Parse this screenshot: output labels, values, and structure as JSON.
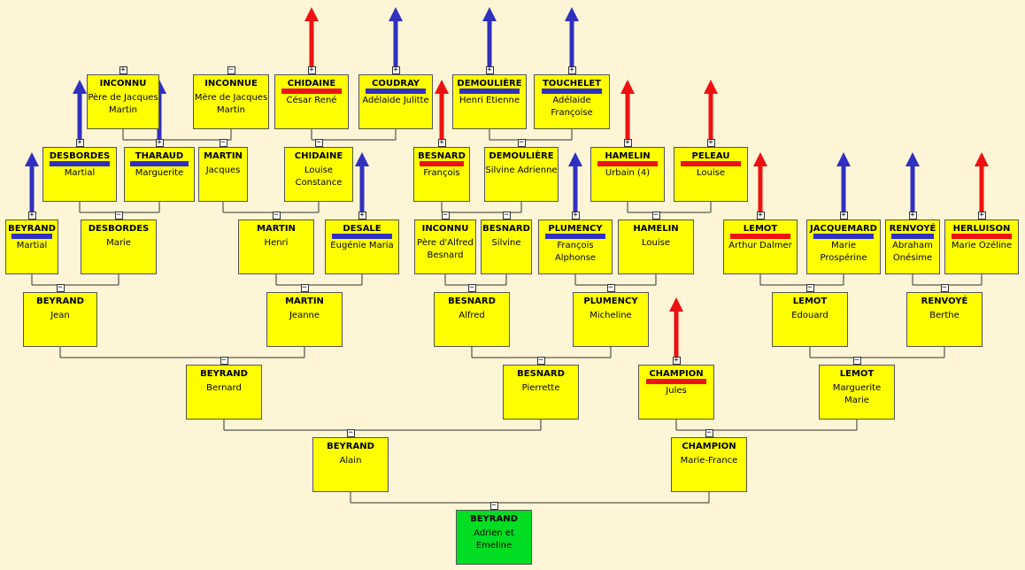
{
  "colors": {
    "male": "#3030c0",
    "female": "#ee1111",
    "box": "#ffff00",
    "root": "#00dd22",
    "line": "#333333"
  },
  "persons": [
    {
      "id": "inconnu_p",
      "surname": "INCONNU",
      "given": "Père de Jacques Martin",
      "toggle": "+"
    },
    {
      "id": "inconnu_m",
      "surname": "INCONNUE",
      "given": "Mère de Jacques Martin",
      "toggle": "-"
    },
    {
      "id": "chidaine_c",
      "surname": "CHIDAINE",
      "given": "César René",
      "sex": "female",
      "toggle": "+"
    },
    {
      "id": "coudray",
      "surname": "COUDRAY",
      "given": "Adélaide Julitte",
      "sex": "male",
      "toggle": "+"
    },
    {
      "id": "demouliere_h",
      "surname": "DEMOULIÈRE",
      "given": "Henri Etienne",
      "sex": "male",
      "toggle": "+"
    },
    {
      "id": "touchelet",
      "surname": "TOUCHELET",
      "given": "Adélaide Françoise",
      "sex": "male",
      "toggle": "+"
    },
    {
      "id": "desbordes_m",
      "surname": "DESBORDES",
      "given": "Martial",
      "sex": "male",
      "toggle": "+"
    },
    {
      "id": "tharaud",
      "surname": "THARAUD",
      "given": "Marguerite",
      "sex": "male",
      "toggle": "+"
    },
    {
      "id": "martin_j",
      "surname": "MARTIN",
      "given": "Jacques",
      "toggle": "-"
    },
    {
      "id": "chidaine_l",
      "surname": "CHIDAINE",
      "given": "Louise Constance",
      "toggle": "-"
    },
    {
      "id": "besnard_f",
      "surname": "BESNARD",
      "given": "François",
      "sex": "female",
      "toggle": "+"
    },
    {
      "id": "demouliere_s",
      "surname": "DEMOULIÈRE",
      "given": "Silvine Adrienne",
      "toggle": "-"
    },
    {
      "id": "hamelin_u",
      "surname": "HAMELIN",
      "given": "Urbain (4)",
      "sex": "female",
      "toggle": "+"
    },
    {
      "id": "peleau",
      "surname": "PELEAU",
      "given": "Louise",
      "sex": "female",
      "toggle": "+"
    },
    {
      "id": "beyrand_m",
      "surname": "BEYRAND",
      "given": "Martial",
      "sex": "male",
      "toggle": "+"
    },
    {
      "id": "desbordes_ma",
      "surname": "DESBORDES",
      "given": "Marie",
      "toggle": "-"
    },
    {
      "id": "martin_h",
      "surname": "MARTIN",
      "given": "Henri",
      "toggle": "-"
    },
    {
      "id": "desale",
      "surname": "DESALE",
      "given": "Eugénie Maria",
      "sex": "male",
      "toggle": "+"
    },
    {
      "id": "inconnu_a",
      "surname": "INCONNU",
      "given": "Père d'Alfred Besnard",
      "toggle": "-"
    },
    {
      "id": "besnard_s",
      "surname": "BESNARD",
      "given": "Silvine",
      "toggle": "-"
    },
    {
      "id": "plumency_f",
      "surname": "PLUMENCY",
      "given": "François Alphonse",
      "sex": "male",
      "toggle": "+"
    },
    {
      "id": "hamelin_l",
      "surname": "HAMELIN",
      "given": "Louise",
      "toggle": "-"
    },
    {
      "id": "lemot_a",
      "surname": "LEMOT",
      "given": "Arthur Dalmer",
      "sex": "female",
      "toggle": "+"
    },
    {
      "id": "jacquemard",
      "surname": "JACQUEMARD",
      "given": "Marie Prospérine",
      "sex": "male",
      "toggle": "+"
    },
    {
      "id": "renvoye_a",
      "surname": "RENVOYÉ",
      "given": "Abraham Onésime",
      "sex": "male",
      "toggle": "+"
    },
    {
      "id": "herluison",
      "surname": "HERLUISON",
      "given": "Marie Ozéline",
      "sex": "female",
      "toggle": "+"
    },
    {
      "id": "beyrand_j",
      "surname": "BEYRAND",
      "given": "Jean",
      "toggle": "-"
    },
    {
      "id": "martin_je",
      "surname": "MARTIN",
      "given": "Jeanne",
      "toggle": "-"
    },
    {
      "id": "besnard_a",
      "surname": "BESNARD",
      "given": "Alfred",
      "toggle": "-"
    },
    {
      "id": "plumency_m",
      "surname": "PLUMENCY",
      "given": "Micheline",
      "toggle": "-"
    },
    {
      "id": "lemot_e",
      "surname": "LEMOT",
      "given": "Edouard",
      "toggle": "-"
    },
    {
      "id": "renvoye_b",
      "surname": "RENVOYÉ",
      "given": "Berthe",
      "toggle": "-"
    },
    {
      "id": "beyrand_b",
      "surname": "BEYRAND",
      "given": "Bernard",
      "toggle": "-"
    },
    {
      "id": "besnard_p",
      "surname": "BESNARD",
      "given": "Pierrette",
      "toggle": "-"
    },
    {
      "id": "champion_j",
      "surname": "CHAMPION",
      "given": "Jules",
      "sex": "female",
      "toggle": "+"
    },
    {
      "id": "lemot_m",
      "surname": "LEMOT",
      "given": "Marguerite Marie",
      "toggle": "-"
    },
    {
      "id": "beyrand_al",
      "surname": "BEYRAND",
      "given": "Alain",
      "toggle": "-"
    },
    {
      "id": "champion_mf",
      "surname": "CHAMPION",
      "given": "Marie-France",
      "toggle": "-"
    },
    {
      "id": "beyrand_root",
      "surname": "BEYRAND",
      "given": "Adrien et Emeline",
      "root": true,
      "toggle": "-"
    }
  ]
}
